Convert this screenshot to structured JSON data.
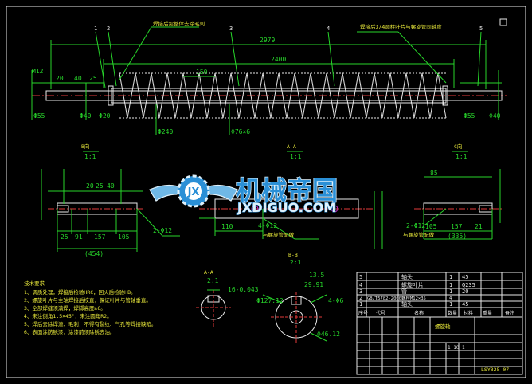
{
  "drawing": {
    "notes": {
      "title": "技术要求",
      "lines": [
        "1、调质处理，焊接后检验HRC，回火后检验HB。",
        "2、螺旋叶片与主轴焊接后校直，保证叶片与管轴垂直。",
        "3、全部焊缝须满焊，焊脚高度≥6。",
        "4、未注倒角1.5×45°，未注圆角R2。",
        "5、焊后去除焊渣、毛刺，不得有裂纹、气孔等焊接缺陷。",
        "6、表面涂防锈漆，涂漆前须除锈去油。"
      ]
    },
    "main_view": {
      "balloons": [
        "1",
        "2",
        "3",
        "4",
        "5"
      ],
      "top_note_left": "焊接后需整体去除毛刺",
      "top_note_right": "焊接后3/4圆柱叶片与螺旋管同轴度",
      "dim_overall": "2979",
      "dim_inner": "2400",
      "dim_pitch": "150",
      "dim_40": "40",
      "dim_20": "20",
      "dim_25": "25",
      "dia_left": "M12",
      "dia_55": "Φ55",
      "dia_40": "Φ40",
      "dia_20": "Φ20",
      "dia_240": "Φ240",
      "dia_60": "Φ76×6",
      "dia_right_55": "Φ55",
      "dia_right_40": "Φ40"
    },
    "sections": {
      "left_label": "B向",
      "left_scale": "1:1",
      "mid_label": "A-A",
      "mid_scale": "1:1",
      "right_label": "C向",
      "right_scale": "1:1",
      "left_dims": [
        "25",
        "91",
        "157",
        "105",
        "25",
        "20",
        "40"
      ],
      "left_total": "(454)",
      "left_hole": "2-Φ12",
      "mid_hole": "4-Φ12",
      "mid_note": "与螺旋管配做",
      "mid_dim": "110",
      "right_dims": [
        "105",
        "157",
        "21",
        "85"
      ],
      "right_total": "(335)",
      "right_hole": "2-Φ12",
      "right_note": "与螺旋管配做"
    },
    "key_views": {
      "view_a_label": "A-A",
      "view_a_scale": "2:1",
      "view_a_dim": "16-0.043",
      "view_b_label": "B-B",
      "view_b_scale": "2:1",
      "dim_1": "13.5",
      "dim_2": "29.91",
      "dim_3": "4-Φ6",
      "dim_4": "Φ127.12",
      "dim_5": "Φ46.12"
    },
    "parts_table": {
      "rows": [
        [
          "5",
          "",
          "轴头",
          "1",
          "45",
          "",
          ""
        ],
        [
          "4",
          "",
          "螺旋叶片",
          "1",
          "Q235",
          "",
          ""
        ],
        [
          "3",
          "",
          "管",
          "1",
          "20",
          "",
          ""
        ],
        [
          "2",
          "GB/T5782-2000",
          "螺栓M12×35",
          "4",
          "",
          "",
          ""
        ],
        [
          "1",
          "",
          "轴头",
          "1",
          "45",
          "",
          ""
        ]
      ],
      "headers": [
        "序号",
        "代号",
        "名称",
        "数量",
        "材料",
        "重量",
        "备注"
      ]
    },
    "title_block": {
      "part_name": "螺旋轴",
      "drawing_no": "LSY325-07",
      "company": "",
      "scale": "1:10",
      "sheet": "1"
    }
  },
  "watermark": {
    "brand": "机械帝国",
    "url": "JXDIGUO.COM",
    "badge": "JX"
  },
  "colors": {
    "background": "#000000",
    "lines": "#27d52a",
    "outline": "#e8e8e8",
    "center": "#e53a3a",
    "text": "#e6e63a",
    "logo": "#2a8fd6"
  }
}
